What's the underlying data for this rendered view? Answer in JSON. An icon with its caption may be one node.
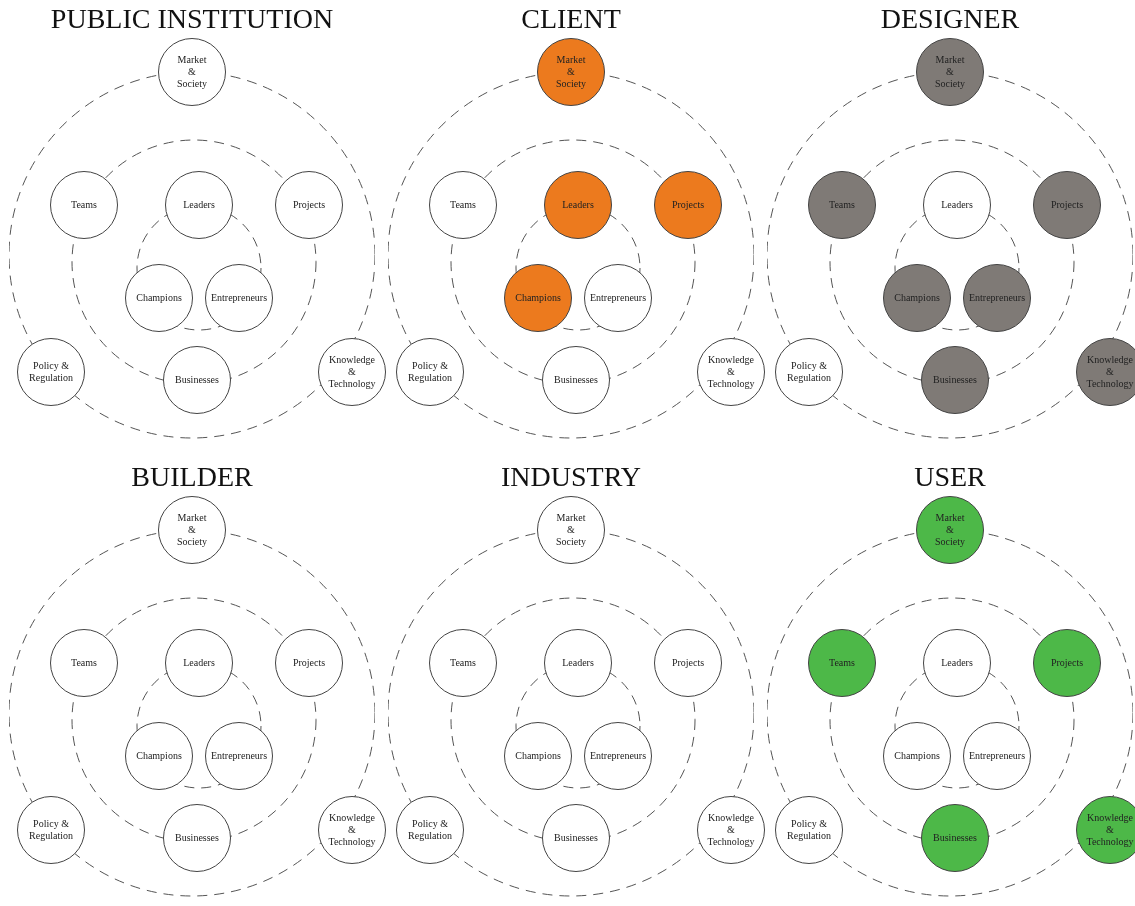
{
  "diagram": {
    "nodes": [
      {
        "text": [
          "PUBLIC INSTITUTION"
        ]
      },
      {
        "text": [
          "Market & Society"
        ]
      },
      {
        "text": [
          "Teams"
        ],
        "in": 0
      },
      {
        "text": [
          "Leaders"
        ],
        "in": 0
      },
      {
        "text": [
          "Projects"
        ],
        "in": 0
      },
      {
        "text": [
          "Champions"
        ],
        "in": 0
      },
      {
        "text": [
          "Entrepreneurs"
        ],
        "in": 0
      },
      {
        "text": [
          "Policy & Regulation"
        ]
      },
      {
        "text": [
          "Businesses"
        ],
        "in": 0
      },
      {
        "text": [
          "Knowledge & Technology"
        ]
      },
      {
        "text": [
          "CLIENT"
        ]
      },
      {
        "text": [
          "Market & Society"
        ]
      },
      {
        "text": [
          "Teams"
        ],
        "in": 10
      },
      {
        "text": [
          "Leaders"
        ],
        "in": 10
      },
      {
        "text": [
          "Projects"
        ],
        "in": 10
      },
      {
        "text": [
          "Champions"
        ],
        "in": 10
      },
      {
        "text": [
          "Entrepreneurs"
        ],
        "in": 10
      },
      {
        "text": [
          "Policy & Regulation"
        ]
      },
      {
        "text": [
          "Businesses"
        ],
        "in": 10
      },
      {
        "text": [
          "Knowledge & Technology"
        ]
      },
      {
        "text": [
          "DESIGNER"
        ]
      },
      {
        "text": [
          "Market & Society"
        ]
      },
      {
        "text": [
          "Teams"
        ],
        "in": 20
      },
      {
        "text": [
          "Leaders"
        ],
        "in": 20
      },
      {
        "text": [
          "Projects"
        ],
        "in": 20
      },
      {
        "text": [
          "Champions"
        ],
        "in": 20
      },
      {
        "text": [
          "Entrepreneurs"
        ],
        "in": 20
      },
      {
        "text": [
          "Policy & Regulation"
        ]
      },
      {
        "text": [
          "Businesses"
        ],
        "in": 20
      },
      {
        "text": [
          "Knowledge & Technology"
        ]
      },
      {
        "text": [
          "BUILDER"
        ]
      },
      {
        "text": [
          "Market & Society"
        ]
      },
      {
        "text": [
          "Teams"
        ],
        "in": 30
      },
      {
        "text": [
          "Leaders"
        ],
        "in": 30
      },
      {
        "text": [
          "Projects"
        ],
        "in": 30
      },
      {
        "text": [
          "Champions"
        ],
        "in": 30
      },
      {
        "text": [
          "Entrepreneurs"
        ],
        "in": 30
      },
      {
        "text": [
          "Policy & Regulation"
        ]
      },
      {
        "text": [
          "Businesses"
        ],
        "in": 30
      },
      {
        "text": [
          "Knowledge & Technology"
        ]
      },
      {
        "text": [
          "INDUSTRY"
        ]
      },
      {
        "text": [
          "Market & Society"
        ]
      },
      {
        "text": [
          "Teams"
        ],
        "in": 40
      },
      {
        "text": [
          "Leaders"
        ],
        "in": 40
      },
      {
        "text": [
          "Projects"
        ],
        "in": 40
      },
      {
        "text": [
          "Champions"
        ],
        "in": 40
      },
      {
        "text": [
          "Entrepreneurs"
        ],
        "in": 40
      },
      {
        "text": [
          "Policy & Regulation"
        ]
      },
      {
        "text": [
          "Businesses"
        ],
        "in": 40
      },
      {
        "text": [
          "Knowledge & Technology"
        ]
      },
      {
        "text": [
          "USER"
        ]
      },
      {
        "text": [
          "Market & Society"
        ]
      },
      {
        "text": [
          "Teams"
        ],
        "in": 50
      },
      {
        "text": [
          "Leaders"
        ],
        "in": 50
      },
      {
        "text": [
          "Projects"
        ],
        "in": 50
      },
      {
        "text": [
          "Champions"
        ],
        "in": 50
      },
      {
        "text": [
          "Entrepreneurs"
        ],
        "in": 50
      },
      {
        "text": [
          "Policy & Regulation"
        ]
      },
      {
        "text": [
          "Businesses"
        ],
        "in": 50
      },
      {
        "text": [
          "Knowledge & Technology"
        ]
      }
    ]
  }
}
